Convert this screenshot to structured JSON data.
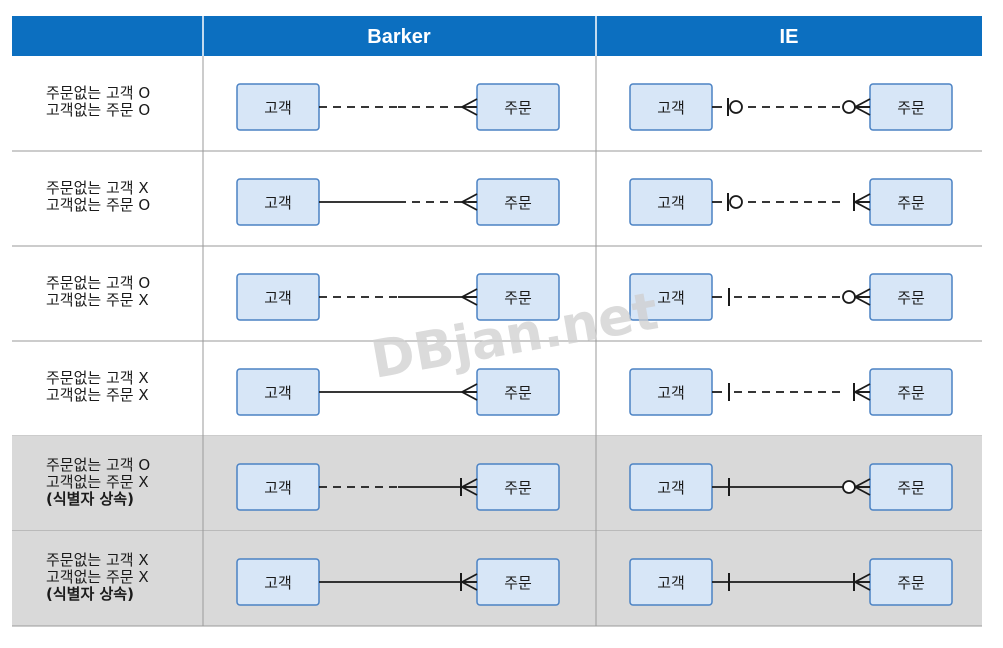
{
  "header": {
    "col_barker": "Barker",
    "col_ie": "IE"
  },
  "entities": {
    "customer": "고객",
    "order": "주문"
  },
  "watermark": "DBjan.net",
  "colors": {
    "header_bg": "#0c6fc0",
    "box_fill": "#d7e6f7",
    "box_stroke": "#4b82c4",
    "shaded_row": "#d9d9d9"
  },
  "rows": [
    {
      "cond1": "주문없는 고객 O",
      "cond2": "고객없는 주문 O",
      "cond3": "",
      "shaded": false,
      "barker": {
        "left": "dashed",
        "right": "dashed",
        "right_end": "crow"
      },
      "ie": {
        "left_mark": "zero-one",
        "right_mark": "zero-many",
        "line": "dashed"
      }
    },
    {
      "cond1": "주문없는 고객 X",
      "cond2": "고객없는 주문 O",
      "cond3": "",
      "shaded": false,
      "barker": {
        "left": "solid",
        "right": "dashed",
        "right_end": "crow"
      },
      "ie": {
        "left_mark": "zero-one",
        "right_mark": "one-many",
        "line": "dashed"
      }
    },
    {
      "cond1": "주문없는 고객 O",
      "cond2": "고객없는 주문 X",
      "cond3": "",
      "shaded": false,
      "barker": {
        "left": "dashed",
        "right": "solid",
        "right_end": "crow"
      },
      "ie": {
        "left_mark": "one",
        "right_mark": "zero-many",
        "line": "dashed"
      }
    },
    {
      "cond1": "주문없는 고객 X",
      "cond2": "고객없는 주문 X",
      "cond3": "",
      "shaded": false,
      "barker": {
        "left": "solid",
        "right": "solid",
        "right_end": "crow"
      },
      "ie": {
        "left_mark": "one",
        "right_mark": "one-many",
        "line": "dashed"
      }
    },
    {
      "cond1": "주문없는 고객 O",
      "cond2": "고객없는 주문 X",
      "cond3": "(식별자 상속)",
      "shaded": true,
      "barker": {
        "left": "dashed",
        "right": "solid",
        "right_end": "bar-crow"
      },
      "ie": {
        "left_mark": "one",
        "right_mark": "zero-many",
        "line": "solid"
      }
    },
    {
      "cond1": "주문없는 고객 X",
      "cond2": "고객없는 주문 X",
      "cond3": "(식별자 상속)",
      "shaded": true,
      "barker": {
        "left": "solid",
        "right": "solid",
        "right_end": "bar-crow"
      },
      "ie": {
        "left_mark": "one",
        "right_mark": "one-many",
        "line": "solid"
      }
    }
  ]
}
